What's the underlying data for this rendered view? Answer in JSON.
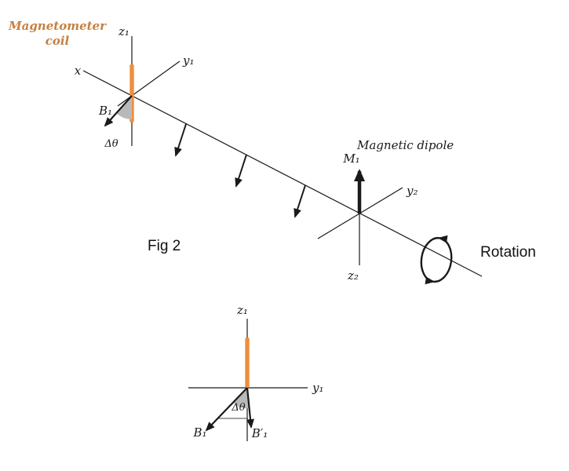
{
  "colors": {
    "coil": "#ee8e3c",
    "magnetometer_label": "#c5803f",
    "ink": "#1a1a1a",
    "angle_shade": "#b9b9b9"
  },
  "fig2": {
    "caption": "Fig 2",
    "magnetometer_coil_label": {
      "line1": "Magnetometer",
      "line2": "coil"
    },
    "frame1": {
      "z_axis": "z₁",
      "y_axis": "y₁",
      "x_axis": "x"
    },
    "field_label": "B₁",
    "angle_label": "Δθ",
    "dipole_title": "Magnetic dipole",
    "moment_label": "M₁",
    "frame2": {
      "y_axis": "y₂",
      "z_axis": "z₂"
    },
    "rotation_label": "Rotation"
  },
  "inset": {
    "frame": {
      "z_axis": "z₁",
      "y_axis": "y₁"
    },
    "field_label": "B₁",
    "field_rotated_label": "B′₁",
    "angle_label": "Δθ"
  }
}
